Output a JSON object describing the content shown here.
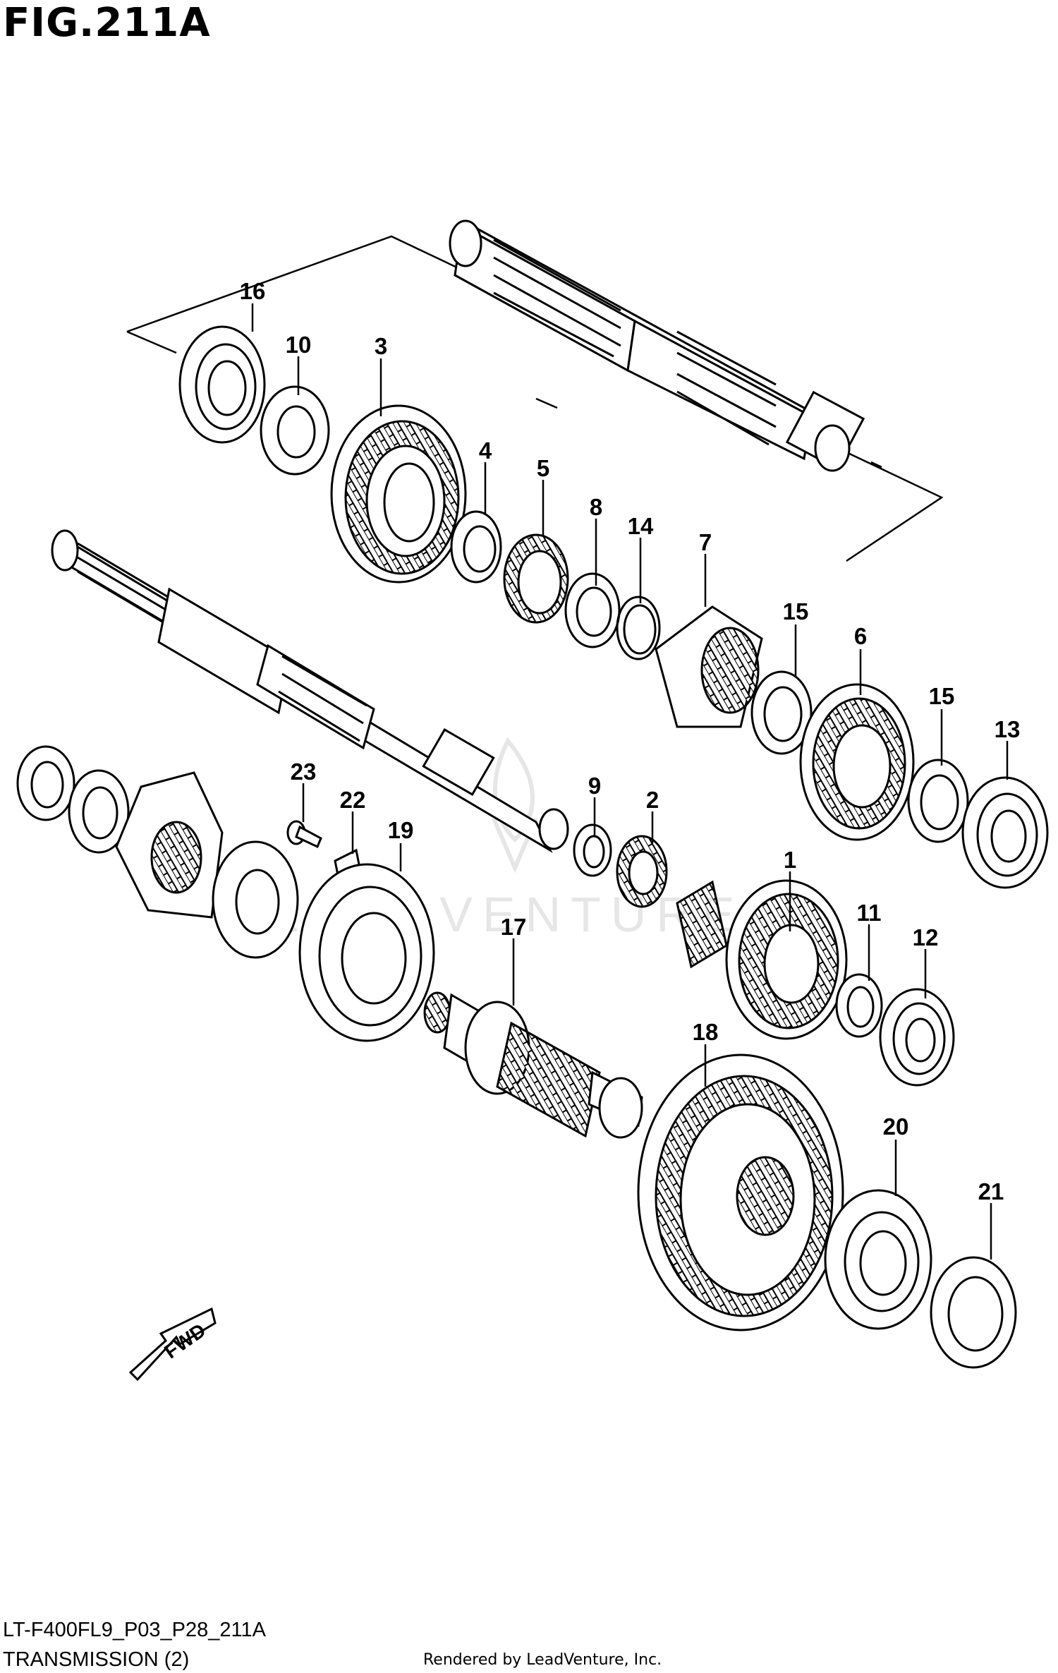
{
  "figure_title": "FIG.211A",
  "fwd_label": "FWD",
  "watermark_text": "LEADVENTURE",
  "footer": {
    "model_code": "LT-F400FL9_P03_P28_211A",
    "section_name": "TRANSMISSION (2)",
    "credit": "Rendered by LeadVenture, Inc."
  },
  "callouts": [
    "1",
    "2",
    "3",
    "4",
    "5",
    "6",
    "7",
    "8",
    "9",
    "10",
    "11",
    "12",
    "13",
    "14",
    "15",
    "15",
    "16",
    "17",
    "18",
    "19",
    "20",
    "21",
    "22",
    "23"
  ],
  "colors": {
    "line": "#000000",
    "background": "#ffffff",
    "watermark": "#e6e6e6"
  }
}
